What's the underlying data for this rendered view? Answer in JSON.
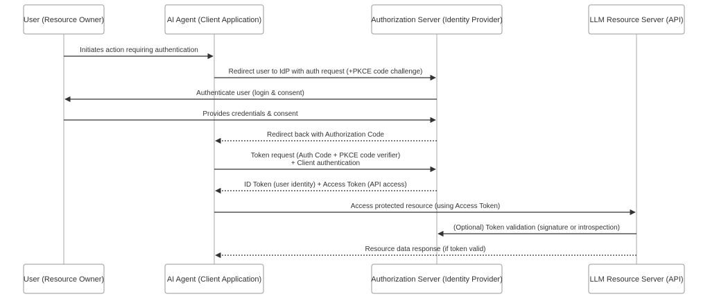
{
  "participants": [
    {
      "id": "user",
      "label": "User (Resource Owner)"
    },
    {
      "id": "agent",
      "label": "AI Agent (Client Application)"
    },
    {
      "id": "authz",
      "label": "Authorization Server (Identity Provider)"
    },
    {
      "id": "llm",
      "label": "LLM Resource Server (API)"
    }
  ],
  "messages": [
    {
      "from": "user",
      "to": "agent",
      "style": "solid",
      "lines": [
        "Initiates action requiring authentication"
      ]
    },
    {
      "from": "agent",
      "to": "authz",
      "style": "solid",
      "lines": [
        "Redirect user to IdP with auth request (+PKCE code challenge)"
      ]
    },
    {
      "from": "authz",
      "to": "user",
      "style": "solid",
      "lines": [
        "Authenticate user (login & consent)"
      ]
    },
    {
      "from": "user",
      "to": "authz",
      "style": "solid",
      "lines": [
        "Provides credentials & consent"
      ]
    },
    {
      "from": "authz",
      "to": "agent",
      "style": "dashed",
      "lines": [
        "Redirect back with Authorization Code"
      ]
    },
    {
      "from": "agent",
      "to": "authz",
      "style": "solid",
      "lines": [
        "Token request (Auth Code + PKCE code verifier)",
        "+ Client authentication"
      ]
    },
    {
      "from": "authz",
      "to": "agent",
      "style": "dashed",
      "lines": [
        "ID Token (user identity) + Access Token (API access)"
      ]
    },
    {
      "from": "agent",
      "to": "llm",
      "style": "solid",
      "lines": [
        "Access protected resource (using Access Token)"
      ]
    },
    {
      "from": "llm",
      "to": "authz",
      "style": "solid",
      "lines": [
        "(Optional) Token validation (signature or introspection)"
      ]
    },
    {
      "from": "llm",
      "to": "agent",
      "style": "dashed",
      "lines": [
        "Resource data response (if token valid)"
      ]
    }
  ]
}
